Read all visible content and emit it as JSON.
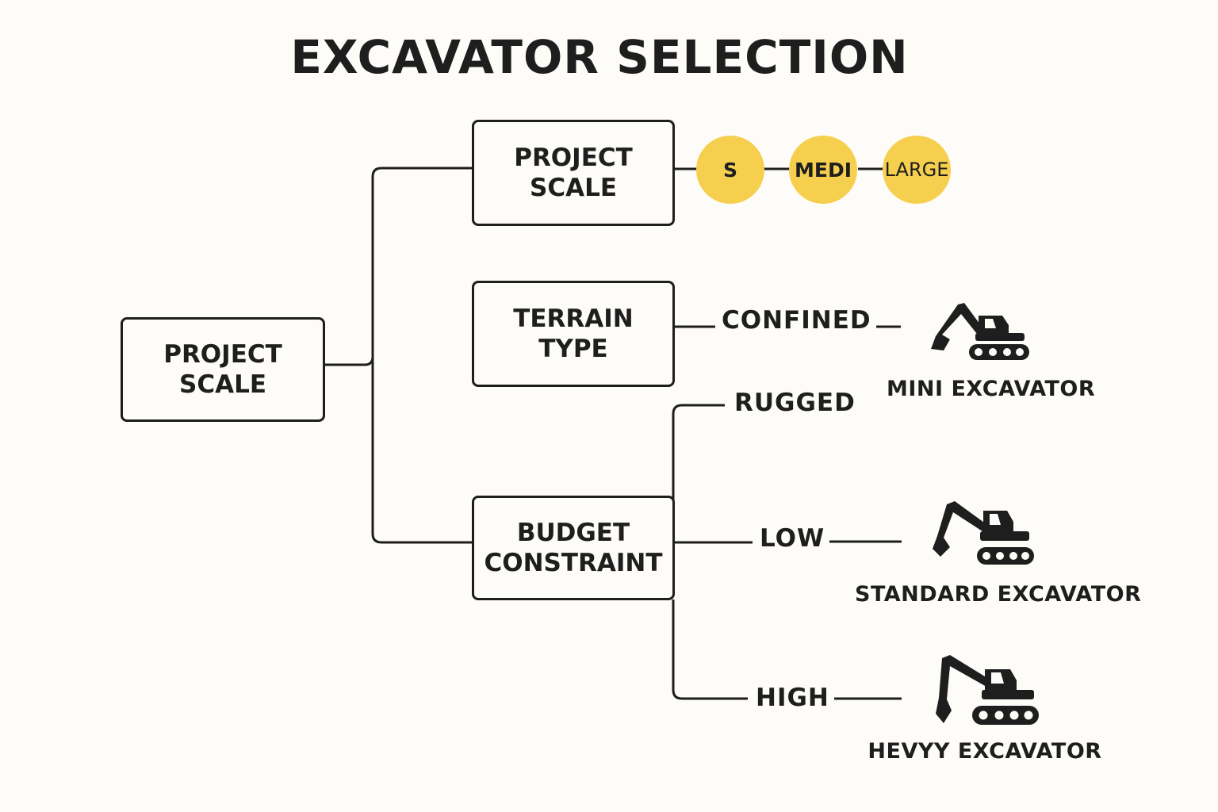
{
  "title": "EXCAVATOR SELECTION",
  "nodes": {
    "root": "PROJECT\nSCALE",
    "scale": "PROJECT\nSCALE",
    "terrain": "TERRAIN\nTYPE",
    "budget": "BUDGET\nCONSTRAINT"
  },
  "scale_options": [
    "S",
    "MEDI",
    "LARGE"
  ],
  "branch_labels": {
    "confined": "CONFINED",
    "rugged": "RUGGED",
    "low": "LOW",
    "high": "HIGH"
  },
  "machines": {
    "mini": "MINI EXCAVATOR",
    "standard": "STANDARD EXCAVATOR",
    "heavy": "HEVYY EXCAVATOR"
  },
  "colors": {
    "accent": "#f6cf4f",
    "ink": "#1e1e1e",
    "background": "#fdfcf8"
  },
  "icons": [
    "excavator-icon"
  ]
}
